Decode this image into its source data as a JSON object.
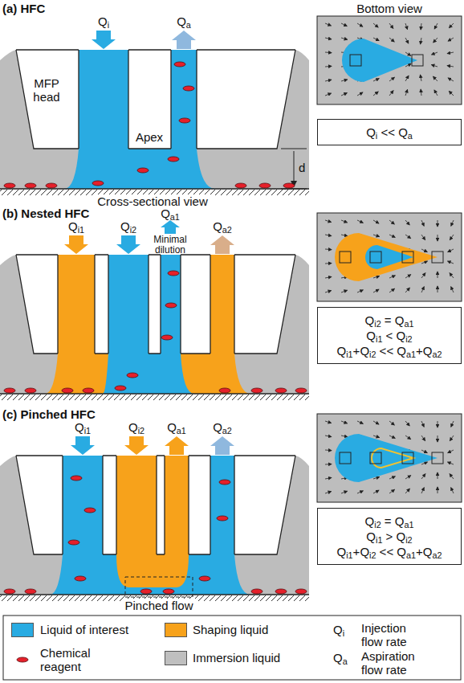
{
  "diagram": {
    "nodes": [
      {
        "text": [
          "Qi << Qa"
        ]
      },
      {
        "text": [
          "Qi2 = Qa1",
          "Qi1 < Qi2",
          "Qi1+Qi2 << Qa1+Qa2"
        ]
      },
      {
        "text": [
          "Qi2 = Qa1",
          "Qi1 > Qi2",
          "Qi1+Qi2 << Qa1+Qa2"
        ]
      }
    ],
    "labels": [
      "(a) HFC",
      "Qi",
      "Qa",
      "MFP head",
      "Apex",
      "d",
      "Cross-sectional view",
      "Bottom view",
      "(b) Nested HFC",
      "Qi1",
      "Qi2",
      "Qa1",
      "Qa2",
      "Minimal dilution",
      "(c) Pinched HFC",
      "Qi1",
      "Qi2",
      "Qa1",
      "Qa2",
      "Pinched flow",
      "Qi",
      "Qa"
    ],
    "legend": [
      {
        "text": "Liquid of interest",
        "color": "#29abe2"
      },
      {
        "text": "Shaping liquid",
        "color": "#f7a21b"
      },
      {
        "text": "Chemical reagent"
      },
      {
        "text": "Immersion liquid",
        "color": "#bfbfbf"
      },
      {
        "text": "Injection flow rate"
      },
      {
        "text": "Aspiration flow rate"
      }
    ]
  }
}
